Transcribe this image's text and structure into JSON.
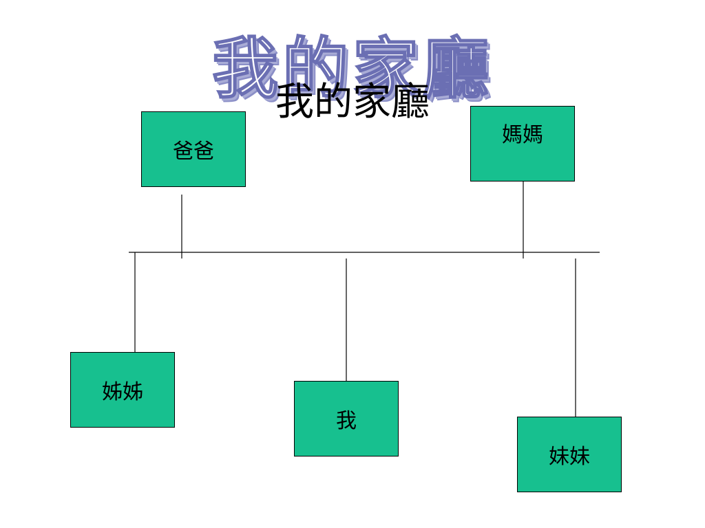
{
  "title": "我的家廳",
  "subtitle": "我的家廳",
  "colors": {
    "node_fill": "#17C08F",
    "line": "#000000",
    "wordart_outline": "#6B6FB3"
  },
  "nodes": {
    "father": "爸爸",
    "mother": "媽媽",
    "elder_sister": "姊姊",
    "me": "我",
    "younger_sister": "妹妹"
  }
}
